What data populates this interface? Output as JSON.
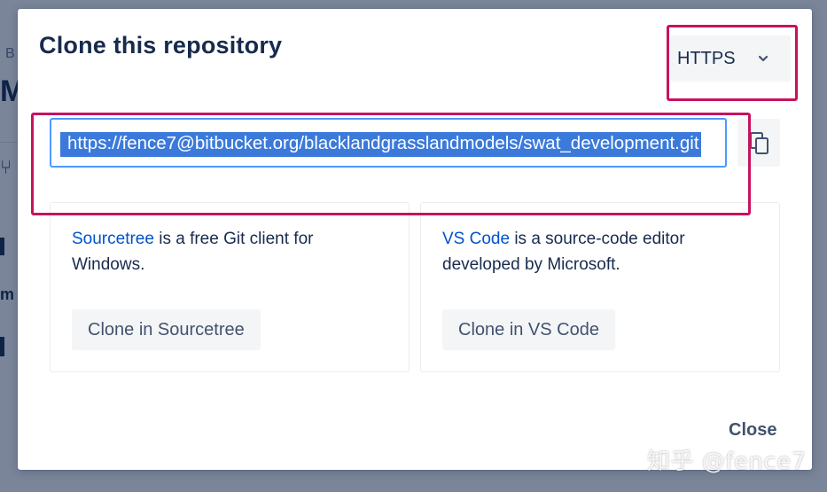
{
  "background": {
    "breadcrumb_fragment": "B",
    "heading_fragment": "M",
    "label_fragment": "m"
  },
  "modal": {
    "title": "Clone this repository",
    "protocol": {
      "selected": "HTTPS"
    },
    "clone_url": "https://fence7@bitbucket.org/blacklandgrasslandmodels/swat_development.git",
    "cards": [
      {
        "app_link": "Sourcetree",
        "description": " is a free Git client for Windows.",
        "button_label": "Clone in Sourcetree"
      },
      {
        "app_link": "VS Code",
        "description": " is a source-code editor developed by Microsoft.",
        "button_label": "Clone in VS Code"
      }
    ],
    "close_label": "Close"
  },
  "watermark": "知乎 @fence7",
  "colors": {
    "link": "#0052cc",
    "url_highlight": "#3b7adb",
    "focus_border": "#4c9aff",
    "annotation": "#c8125e"
  },
  "icons": {
    "protocol_toggle": "chevron-down-icon",
    "copy": "copy-icon"
  }
}
